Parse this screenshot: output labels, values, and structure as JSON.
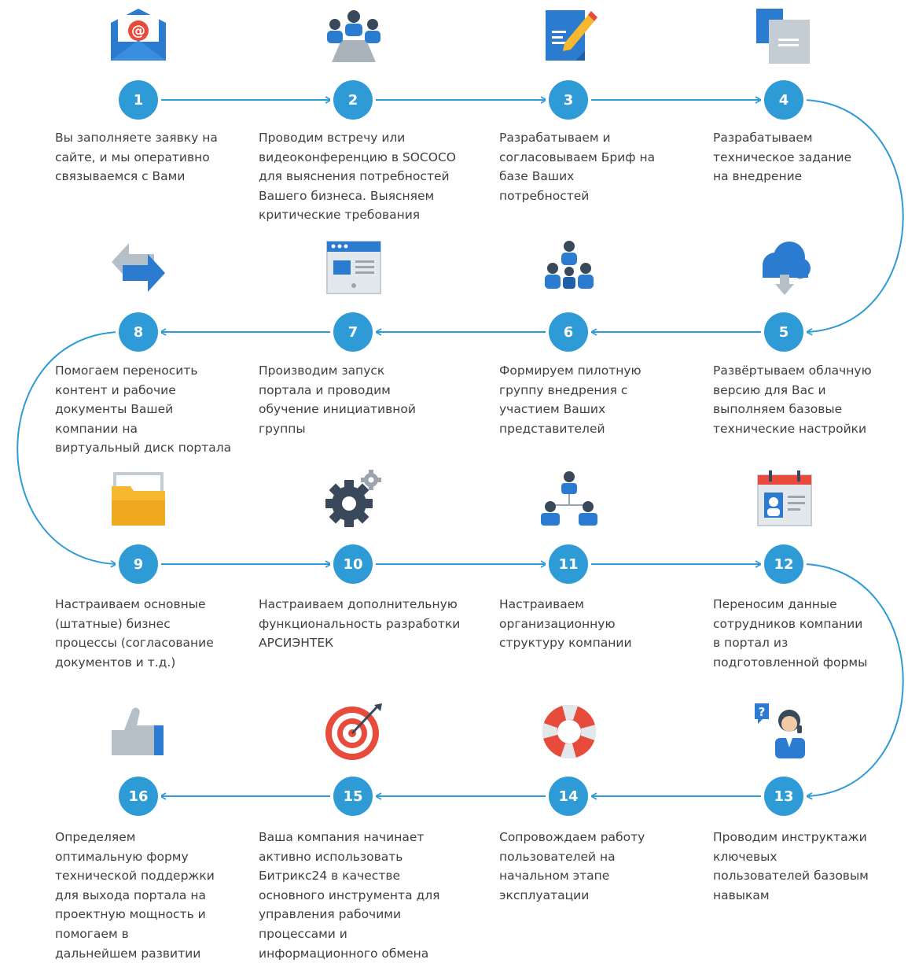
{
  "colors": {
    "accent": "#2f9bd6",
    "text": "#3f3f3f",
    "icon_blue": "#2b7bd0",
    "icon_grey": "#b5bfc8"
  },
  "steps": [
    {
      "number": "1",
      "icon": "envelope-icon",
      "text": "Вы заполняете заявку на\nсайте, и мы оперативно\nсвязываемся с Вами"
    },
    {
      "number": "2",
      "icon": "meeting-icon",
      "text": "Проводим встречу или\nвидеоконференцию в SOCOCO\nдля выяснения потребностей\nВашего бизнеса. Выясняем\nкритические требования"
    },
    {
      "number": "3",
      "icon": "document-edit-icon",
      "text": "Разрабатываем и\nсогласовываем Бриф на\nбазе Ваших\nпотребностей"
    },
    {
      "number": "4",
      "icon": "copy-documents-icon",
      "text": "Разрабатываем\nтехническое задание\nна внедрение"
    },
    {
      "number": "5",
      "icon": "cloud-download-icon",
      "text": "Развёртываем облачную\nверсию для Вас и\nвыполняем базовые\nтехнические настройки"
    },
    {
      "number": "6",
      "icon": "team-icon",
      "text": "Формируем пилотную\nгруппу внедрения с\nучастием Ваших\nпредставителей"
    },
    {
      "number": "7",
      "icon": "browser-window-icon",
      "text": "Производим запуск\nпортала и проводим\nобучение инициативной\nгруппы"
    },
    {
      "number": "8",
      "icon": "sync-arrows-icon",
      "text": "Помогаем переносить\nконтент и рабочие\nдокументы Вашей\nкомпании на\nвиртуальный диск портала"
    },
    {
      "number": "9",
      "icon": "folder-icon",
      "text": "Настраиваем основные\n(штатные) бизнес\nпроцессы (согласование\nдокументов и т.д.)"
    },
    {
      "number": "10",
      "icon": "gears-icon",
      "text": "Настраиваем дополнительную\nфункциональность разработки\nАРСИЭНТЕК"
    },
    {
      "number": "11",
      "icon": "org-structure-icon",
      "text": "Настраиваем\nорганизационную\nструктуру компании"
    },
    {
      "number": "12",
      "icon": "contact-card-icon",
      "text": "Переносим данные\nсотрудников компании\nв портал из\nподготовленной формы"
    },
    {
      "number": "13",
      "icon": "support-agent-icon",
      "text": "Проводим инструктажи\nключевых\nпользователей базовым\nнавыкам"
    },
    {
      "number": "14",
      "icon": "lifebuoy-icon",
      "text": "Сопровождаем работу\nпользователей на\nначальном этапе\nэксплуатации"
    },
    {
      "number": "15",
      "icon": "target-icon",
      "text": "Ваша компания начинает\nактивно использовать\nБитрикс24 в качестве\nосновного инструмента для\nуправления рабочими\nпроцессами и\nинформационного обмена"
    },
    {
      "number": "16",
      "icon": "thumbs-up-icon",
      "text": "Определяем\nоптимальную форму\nтехнической поддержки\nдля выхода портала на\nпроектную мощность и\nпомогаем в\nдальнейшем развитии"
    }
  ]
}
